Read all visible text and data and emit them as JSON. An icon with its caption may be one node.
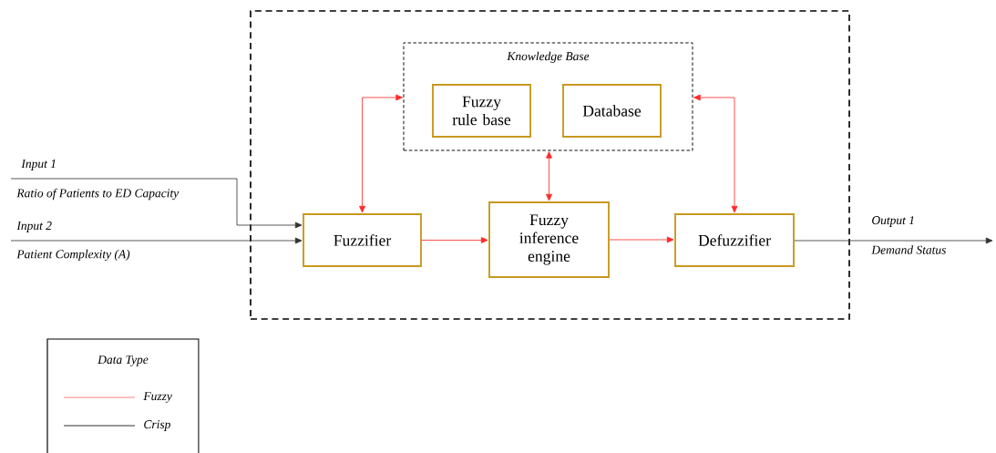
{
  "diagram": {
    "nodes": [
      {
        "text": [],
        "shape": "box"
      },
      {
        "text": [
          "Knowledge Base"
        ],
        "in": 0
      },
      {
        "text": [
          "Fuzzy rule base"
        ],
        "in": 1
      },
      {
        "text": [
          "Database"
        ],
        "in": 1
      },
      {
        "text": [
          "Fuzzifier"
        ],
        "in": 0
      },
      {
        "text": [
          "Fuzzy inference engine"
        ],
        "in": 0
      },
      {
        "text": [
          "Defuzzifier"
        ],
        "in": 0
      }
    ],
    "edges": [
      {
        "from": null,
        "to": 4,
        "arrow": "to",
        "label": "Input 1",
        "color": "#333333"
      },
      {
        "from": null,
        "to": 4,
        "arrow": "to",
        "label": "Input 2",
        "color": "#333333"
      },
      {
        "from": 4,
        "to": 1,
        "arrow": "both"
      },
      {
        "from": 5,
        "to": 1,
        "arrow": "both"
      },
      {
        "from": 6,
        "to": 1,
        "arrow": "both"
      },
      {
        "from": 4,
        "to": 5,
        "arrow": "to"
      },
      {
        "from": 5,
        "to": 6,
        "arrow": "to"
      },
      {
        "from": 6,
        "to": null,
        "arrow": "to",
        "label": "Output 1",
        "color": "#333333"
      }
    ],
    "labels": [
      "Ratio of Patients to ED Capacity",
      "Patient Complexity (A)",
      "Demand Status",
      "Data Type"
    ],
    "legend": [
      {
        "text": "Fuzzy"
      },
      {
        "text": "Crisp"
      }
    ]
  }
}
